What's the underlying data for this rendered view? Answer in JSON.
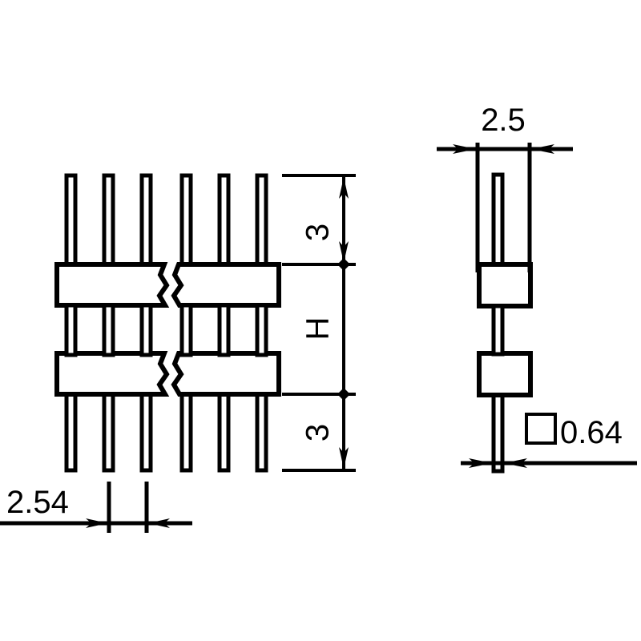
{
  "drawing": {
    "title": "Pin header connector dimensional drawing",
    "background_color": "#ffffff",
    "line_color": "#000000",
    "fill_color": "#ffffff",
    "views": [
      {
        "name": "front-view",
        "description": "Front elevation showing six pins through two insulator bars with break symbol",
        "pin_count_visible": 6,
        "insulator_bar_count": 2
      },
      {
        "name": "side-view",
        "description": "Side elevation showing single pin through two insulator blocks",
        "pin_count_visible": 1,
        "insulator_block_count": 2
      }
    ],
    "dimensions": {
      "pitch": {
        "label": "2.54",
        "view": "front-view",
        "orientation": "horizontal",
        "unit": "mm"
      },
      "top_pin_length": {
        "label": "3",
        "view": "front-view",
        "orientation": "vertical",
        "unit": "mm"
      },
      "body_height": {
        "label": "H",
        "view": "front-view",
        "orientation": "vertical",
        "unit": "mm"
      },
      "bottom_pin_length": {
        "label": "3",
        "view": "front-view",
        "orientation": "vertical",
        "unit": "mm"
      },
      "body_width": {
        "label": "2.5",
        "view": "side-view",
        "orientation": "horizontal",
        "unit": "mm"
      },
      "pin_section": {
        "label": "0.64",
        "symbol": "square-section-symbol",
        "view": "side-view",
        "orientation": "horizontal",
        "unit": "mm"
      }
    }
  }
}
